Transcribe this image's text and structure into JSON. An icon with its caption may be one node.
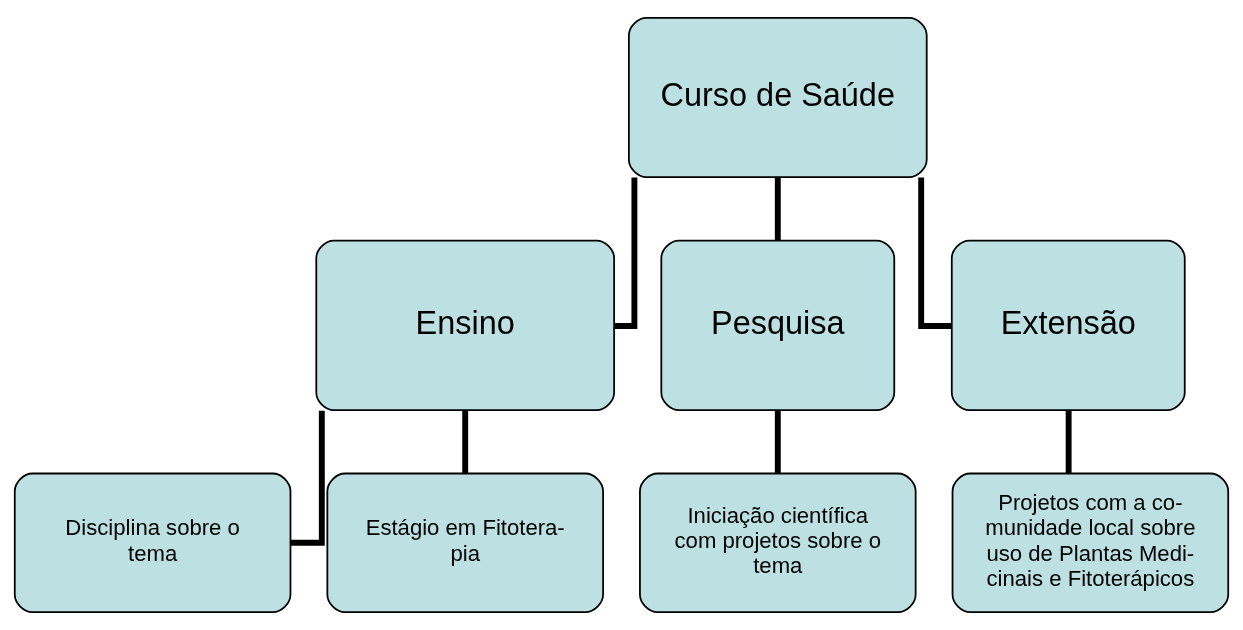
{
  "diagram": {
    "nodes": [
      {
        "text": [
          "Curso de Saúde"
        ]
      },
      {
        "text": [
          "Ensino"
        ]
      },
      {
        "text": [
          "Pesquisa"
        ]
      },
      {
        "text": [
          "Extensão"
        ]
      },
      {
        "text": [
          "Disciplina sobre o tema"
        ]
      },
      {
        "text": [
          "Estágio em Fitotera- pia"
        ]
      },
      {
        "text": [
          "Iniciação científica com projetos sobre o tema"
        ]
      },
      {
        "text": [
          "Projetos com a co- munidade local sobre uso de Plantas Medi- cinais e Fitoterápicos"
        ]
      }
    ],
    "edges": [
      {
        "from": 0,
        "to": 1,
        "arrow": "none"
      },
      {
        "from": 0,
        "to": 2,
        "arrow": "none"
      },
      {
        "from": 0,
        "to": 3,
        "arrow": "none"
      },
      {
        "from": 1,
        "to": 4,
        "arrow": "none"
      },
      {
        "from": 1,
        "to": 5,
        "arrow": "none"
      },
      {
        "from": 2,
        "to": 6,
        "arrow": "none"
      },
      {
        "from": 3,
        "to": 7,
        "arrow": "none"
      }
    ]
  }
}
